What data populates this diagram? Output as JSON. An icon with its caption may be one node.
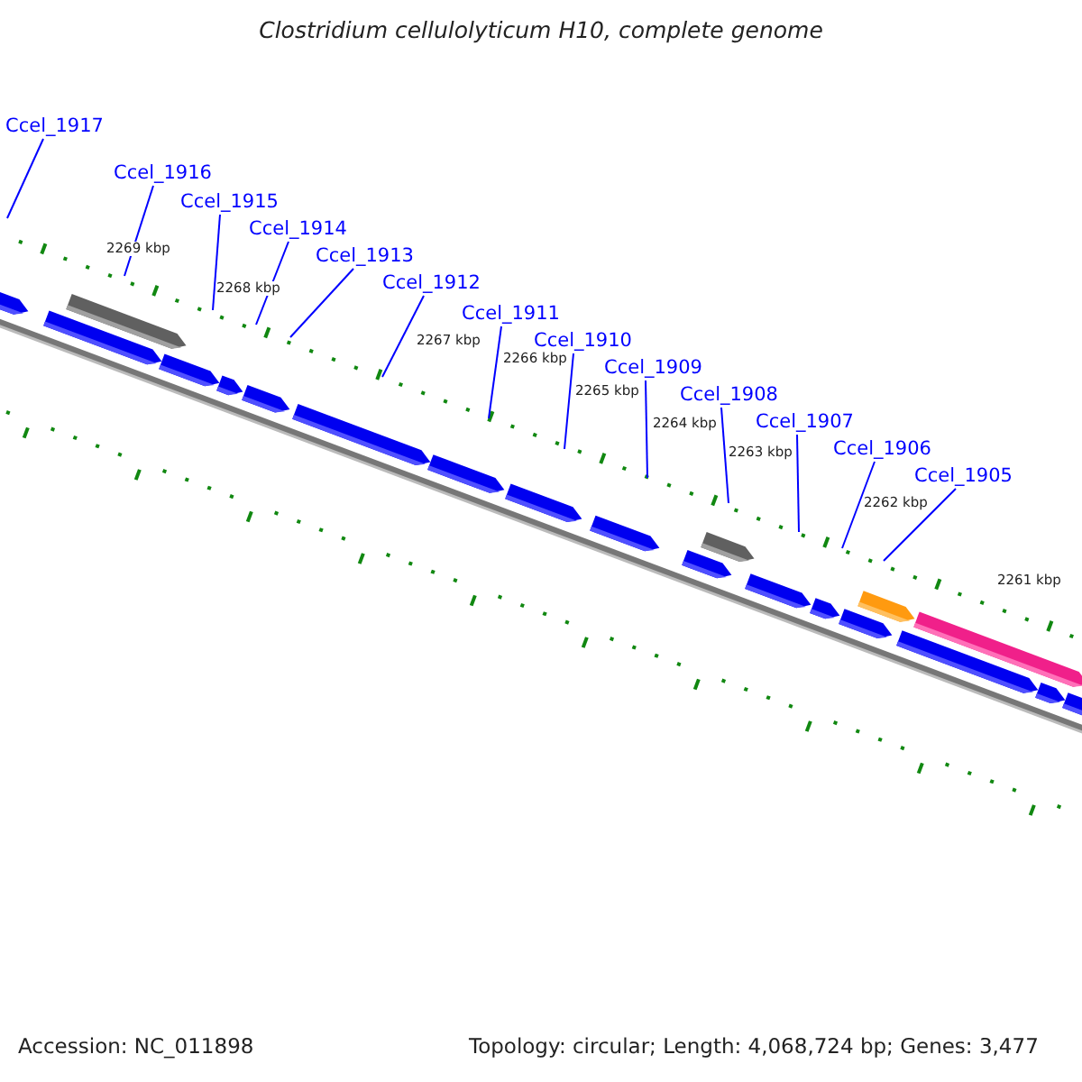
{
  "diagram": {
    "title": "Clostridium cellulolyticum H10, complete genome",
    "nodes": [
      {
        "text": [
          "Ccel_1917"
        ]
      },
      {
        "text": [
          "Ccel_1916"
        ]
      },
      {
        "text": [
          "Ccel_1915"
        ]
      },
      {
        "text": [
          "Ccel_1914"
        ]
      },
      {
        "text": [
          "Ccel_1913"
        ]
      },
      {
        "text": [
          "Ccel_1912"
        ]
      },
      {
        "text": [
          "Ccel_1911"
        ]
      },
      {
        "text": [
          "Ccel_1910"
        ]
      },
      {
        "text": [
          "Ccel_1909"
        ]
      },
      {
        "text": [
          "Ccel_1908"
        ]
      },
      {
        "text": [
          "Ccel_1907"
        ]
      },
      {
        "text": [
          "Ccel_1906"
        ]
      },
      {
        "text": [
          "Ccel_1905"
        ]
      }
    ],
    "edges": [
      {
        "from": 0,
        "to": null,
        "arrow": "none"
      },
      {
        "from": 1,
        "to": null,
        "arrow": "none"
      },
      {
        "from": 2,
        "to": null,
        "arrow": "none"
      },
      {
        "from": 3,
        "to": null,
        "arrow": "none"
      },
      {
        "from": 4,
        "to": null,
        "arrow": "none"
      },
      {
        "from": 5,
        "to": null,
        "arrow": "none"
      },
      {
        "from": 6,
        "to": null,
        "arrow": "none"
      },
      {
        "from": 7,
        "to": null,
        "arrow": "none"
      },
      {
        "from": 8,
        "to": null,
        "arrow": "none"
      },
      {
        "from": 9,
        "to": null,
        "arrow": "none"
      },
      {
        "from": 10,
        "to": null,
        "arrow": "none"
      },
      {
        "from": 11,
        "to": null,
        "arrow": "none"
      },
      {
        "from": 12,
        "to": null,
        "arrow": "none"
      }
    ],
    "labels": [
      "2269 kbp",
      "2268 kbp",
      "2267 kbp",
      "2266 kbp",
      "2265 kbp",
      "2264 kbp",
      "2263 kbp",
      "2262 kbp",
      "2261 kbp",
      "Accession: NC_011898",
      "Topology: circular; Length: 4,068,724 bp; Genes: 3,477"
    ]
  }
}
